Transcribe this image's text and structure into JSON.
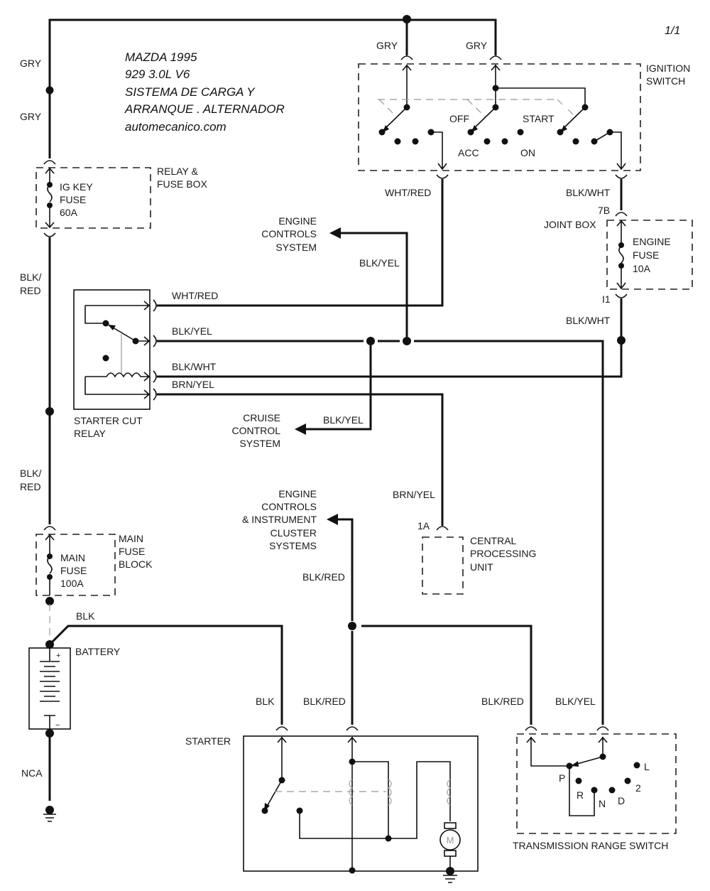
{
  "page_number": "1/1",
  "title": {
    "line1": "MAZDA 1995",
    "line2": "929  3.0L  V6",
    "line3": "SISTEMA DE CARGA Y",
    "line4": "ARRANQUE . ALTERNADOR",
    "line5": "automecanico.com"
  },
  "components": {
    "ignition_switch": {
      "label1": "IGNITION",
      "label2": "SWITCH",
      "positions": [
        "OFF",
        "ACC",
        "ON",
        "START"
      ]
    },
    "relay_fuse_box": {
      "label1": "RELAY &",
      "label2": "FUSE BOX",
      "fuse_line1": "IG KEY",
      "fuse_line2": "FUSE",
      "fuse_rating": "60A"
    },
    "joint_box": {
      "label": "JOINT BOX",
      "connector_in": "7B",
      "connector_out": "I1",
      "fuse_line1": "ENGINE",
      "fuse_line2": "FUSE",
      "fuse_rating": "10A"
    },
    "starter_cut_relay": {
      "label1": "STARTER CUT",
      "label2": "RELAY"
    },
    "main_fuse_block": {
      "label1": "MAIN",
      "label2": "FUSE",
      "label3": "BLOCK",
      "fuse_line1": "MAIN",
      "fuse_line2": "FUSE",
      "fuse_rating": "100A"
    },
    "battery": {
      "label": "BATTERY",
      "plus": "+",
      "minus": "−"
    },
    "starter": {
      "label": "STARTER",
      "motor": "M"
    },
    "cpu": {
      "connector": "1A",
      "label1": "CENTRAL",
      "label2": "PROCESSING",
      "label3": "UNIT"
    },
    "trs": {
      "label": "TRANSMISSION RANGE SWITCH",
      "positions": [
        "P",
        "R",
        "N",
        "D",
        "2",
        "L"
      ]
    }
  },
  "destinations": {
    "engine_controls": [
      "ENGINE",
      "CONTROLS",
      "SYSTEM"
    ],
    "cruise_control": [
      "CRUISE",
      "CONTROL",
      "SYSTEM"
    ],
    "engine_instrument": [
      "ENGINE",
      "CONTROLS",
      "& INSTRUMENT",
      "CLUSTER",
      "SYSTEMS"
    ]
  },
  "wires": {
    "gry_left_top": "GRY",
    "gry_left_bottom": "GRY",
    "gry_ign_1": "GRY",
    "gry_ign_2": "GRY",
    "wht_red_ign": "WHT/RED",
    "blk_wht_ign": "BLK/WHT",
    "blk_wht_joint": "BLK/WHT",
    "blk_red_upper_1": "BLK/",
    "blk_red_upper_2": "RED",
    "blk_red_lower_1": "BLK/",
    "blk_red_lower_2": "RED",
    "relay_wht_red": "WHT/RED",
    "relay_blk_yel": "BLK/YEL",
    "relay_blk_wht": "BLK/WHT",
    "relay_brn_yel": "BRN/YEL",
    "blk_yel_engine": "BLK/YEL",
    "blk_yel_cruise": "BLK/YEL",
    "brn_yel_cpu": "BRN/YEL",
    "blk_red_instrument": "BLK/RED",
    "blk_battery": "BLK",
    "blk_starter": "BLK",
    "blk_red_starter": "BLK/RED",
    "blk_red_trs": "BLK/RED",
    "blk_yel_trs": "BLK/YEL",
    "nca": "NCA"
  }
}
